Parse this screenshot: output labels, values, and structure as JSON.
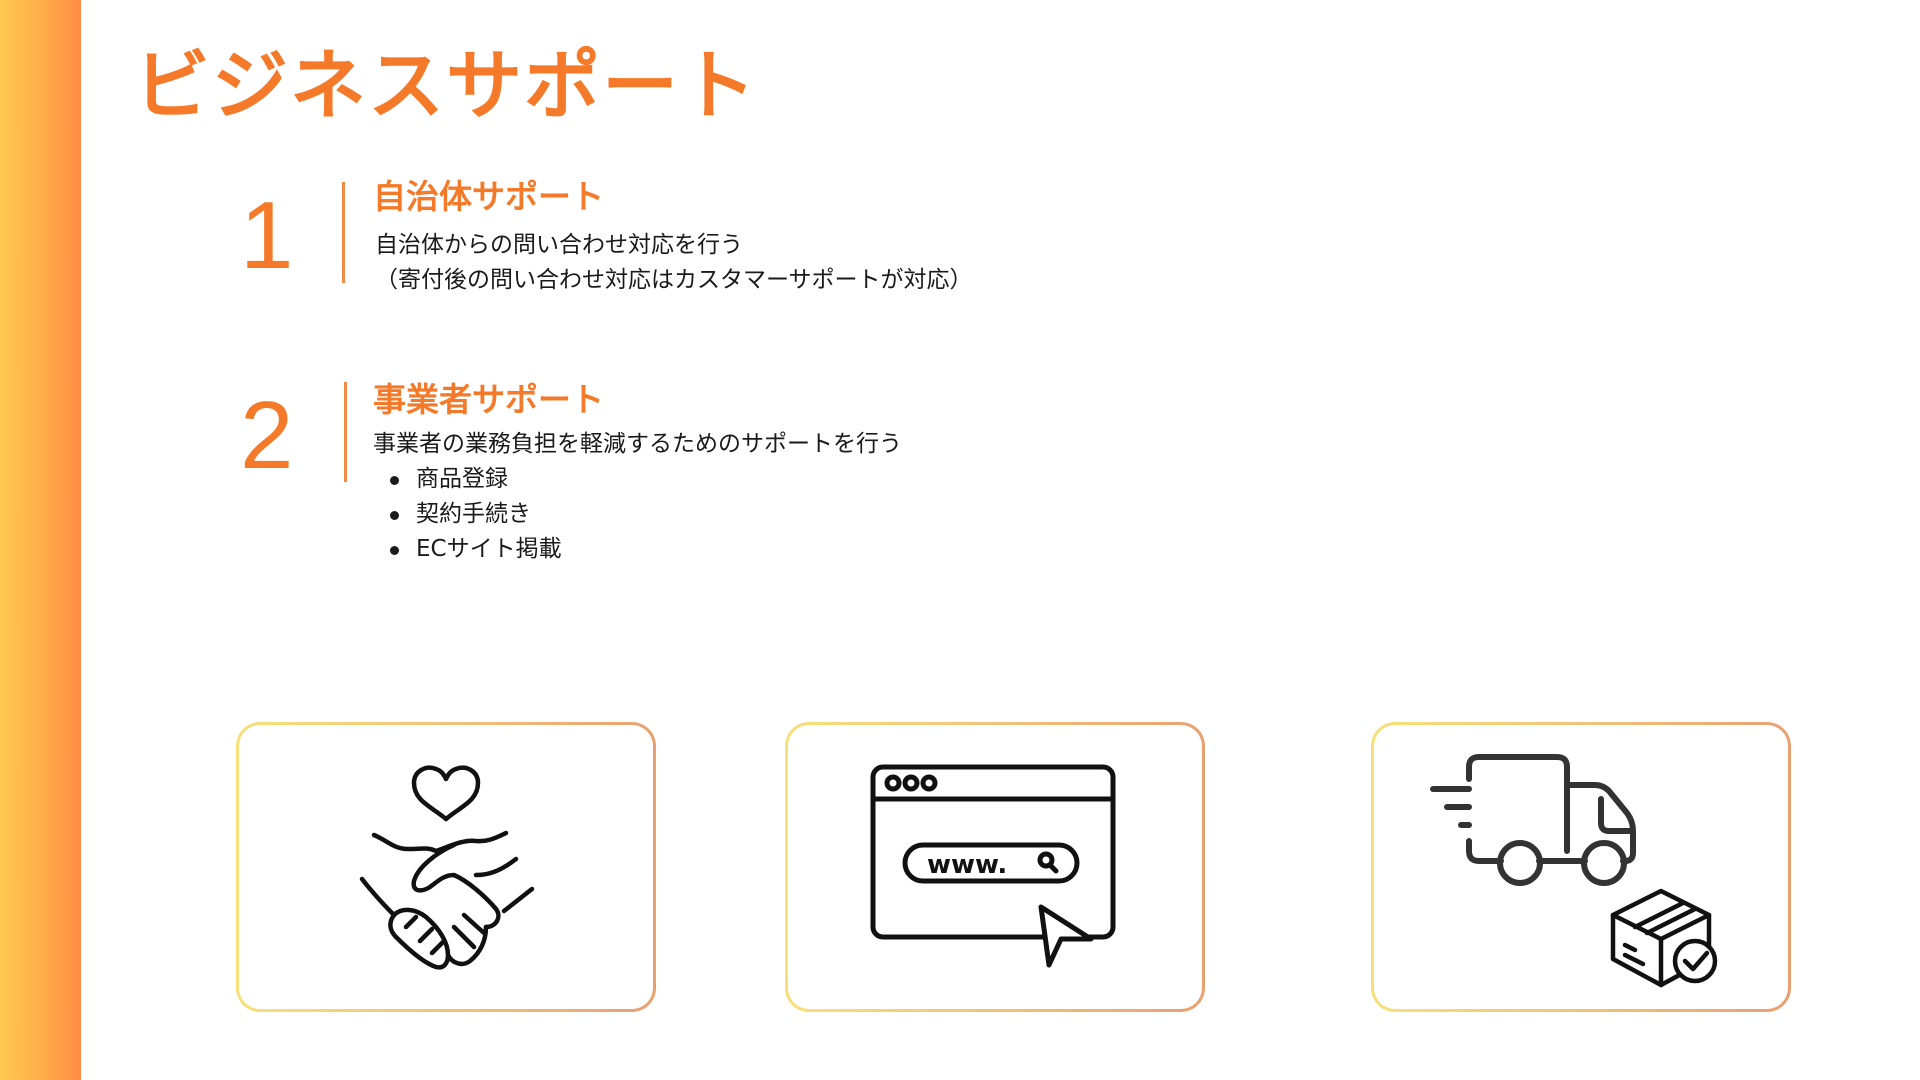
{
  "page": {
    "title": "ビジネスサポート",
    "accent_color": "#F47A29",
    "sidebar_gradient": [
      "#FFC94F",
      "#FF8C42"
    ]
  },
  "sections": [
    {
      "number": "1",
      "heading": "自治体サポート",
      "body_lines": [
        "自治体からの問い合わせ対応を行う",
        "（寄付後の問い合わせ対応はカスタマーサポートが対応）"
      ]
    },
    {
      "number": "2",
      "heading": "事業者サポート",
      "body_lines": [
        "事業者の業務負担を軽減するためのサポートを行う"
      ],
      "bullets": [
        "商品登録",
        "契約手続き",
        "ECサイト掲載"
      ]
    }
  ],
  "cards": [
    {
      "icon": "handshake-heart-icon"
    },
    {
      "icon": "browser-search-icon",
      "url_text": "www."
    },
    {
      "icon": "delivery-truck-box-icon"
    }
  ]
}
